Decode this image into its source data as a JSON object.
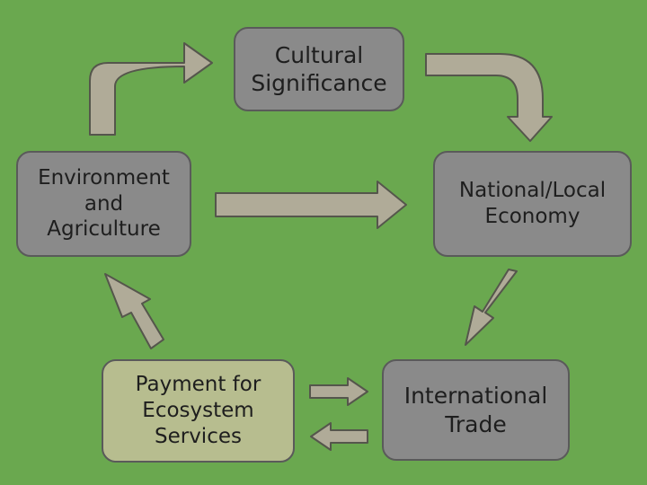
{
  "diagram": {
    "nodes": {
      "cultural": {
        "label": "Cultural\nSignificance"
      },
      "economy": {
        "label": "National/Local\nEconomy"
      },
      "environment": {
        "label": "Environment\nand\nAgriculture"
      },
      "payment": {
        "label": "Payment for\nEcosystem\nServices"
      },
      "trade": {
        "label": "International\nTrade"
      }
    },
    "colors": {
      "background": "#6aa84f",
      "box_gray": "#8a8a8a",
      "box_tan": "#b7bd8f",
      "arrow_fill": "#b0ab98",
      "arrow_stroke": "#55564c"
    },
    "edges": [
      {
        "from": "environment",
        "to": "cultural"
      },
      {
        "from": "cultural",
        "to": "economy"
      },
      {
        "from": "environment",
        "to": "economy"
      },
      {
        "from": "economy",
        "to": "trade"
      },
      {
        "from": "payment",
        "to": "environment"
      },
      {
        "from": "payment",
        "to": "trade"
      },
      {
        "from": "trade",
        "to": "payment"
      }
    ]
  }
}
